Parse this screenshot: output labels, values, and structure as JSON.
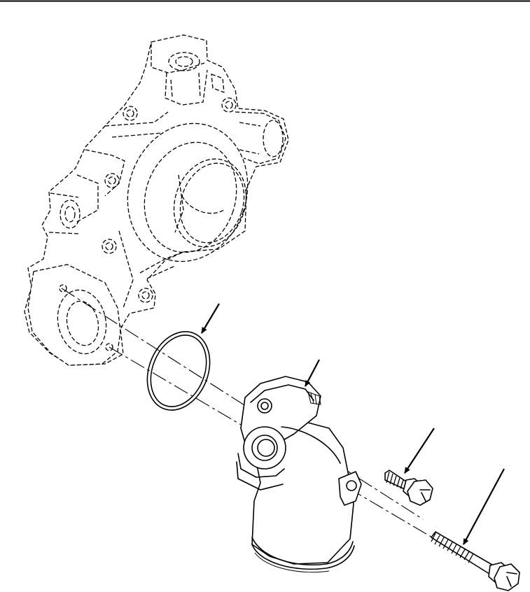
{
  "diagram": {
    "callouts": [
      {
        "id": "o-ring"
      },
      {
        "id": "thermostat-housing"
      },
      {
        "id": "short-capscrew"
      },
      {
        "id": "long-capscrew"
      }
    ],
    "colors": {
      "ink": "#000000",
      "paper": "#ffffff"
    }
  }
}
